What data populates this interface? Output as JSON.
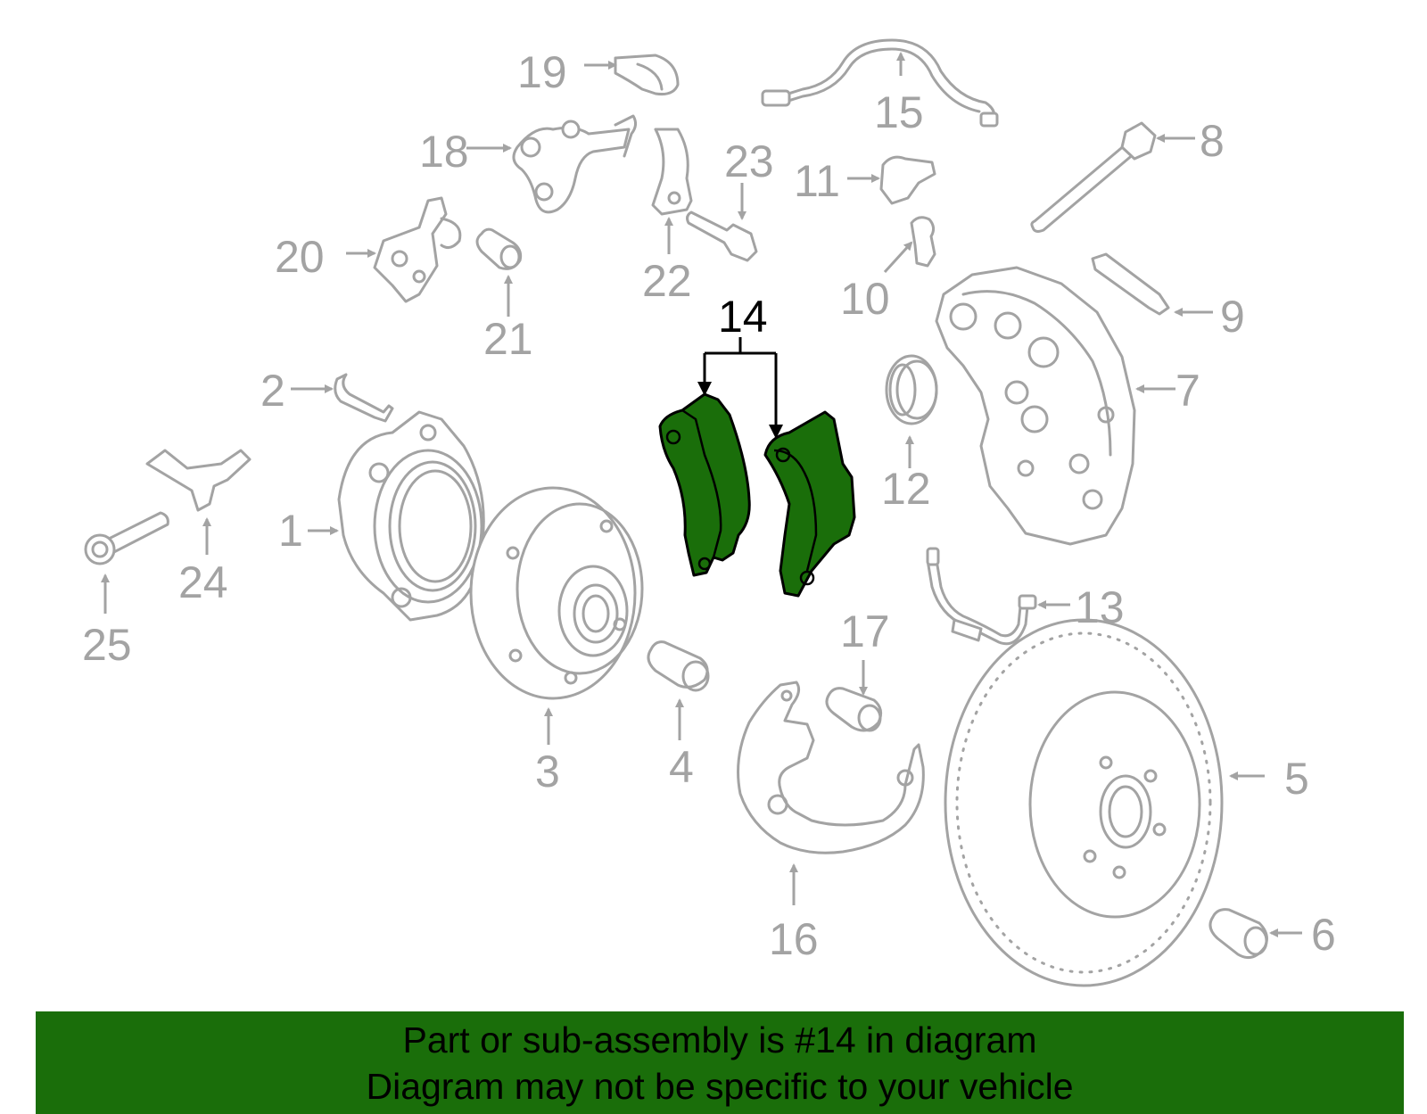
{
  "diagram": {
    "highlighted_part": "14",
    "highlight_color": "#1a6e0a",
    "line_color": "#a3a3a3",
    "labels": [
      "1",
      "2",
      "3",
      "4",
      "5",
      "6",
      "7",
      "8",
      "9",
      "10",
      "11",
      "12",
      "13",
      "14",
      "15",
      "16",
      "17",
      "18",
      "19",
      "20",
      "21",
      "22",
      "23",
      "24",
      "25"
    ]
  },
  "banner": {
    "line1": "Part or sub-assembly is #14 in diagram",
    "line2": "Diagram may not be specific to your vehicle",
    "background": "#1a6e0a"
  }
}
